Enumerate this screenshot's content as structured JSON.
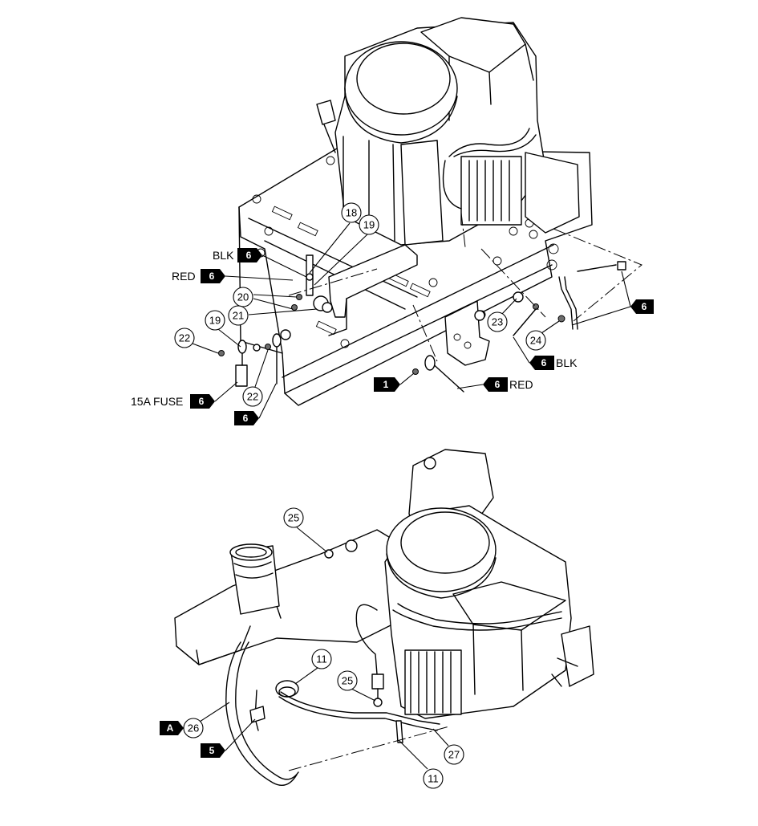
{
  "callouts": {
    "c18": "18",
    "c19a": "19",
    "c20": "20",
    "c21": "21",
    "c19b": "19",
    "c22a": "22",
    "c22b": "22",
    "c23": "23",
    "c24": "24",
    "c25a": "25",
    "c25b": "25",
    "c11a": "11",
    "c11b": "11",
    "c26": "26",
    "c27": "27"
  },
  "tags": {
    "blk_top": "6",
    "red_top": "6",
    "fuse": "6",
    "bottom_left": "6",
    "ref_1": "1",
    "red_right": "6",
    "blk_right": "6",
    "right_upper": "6",
    "ref_a": "A",
    "ref_5": "5"
  },
  "labels": {
    "blk_top": "BLK",
    "red_top": "RED",
    "fuse": "15A FUSE",
    "red_right": "RED",
    "blk_right": "BLK"
  }
}
